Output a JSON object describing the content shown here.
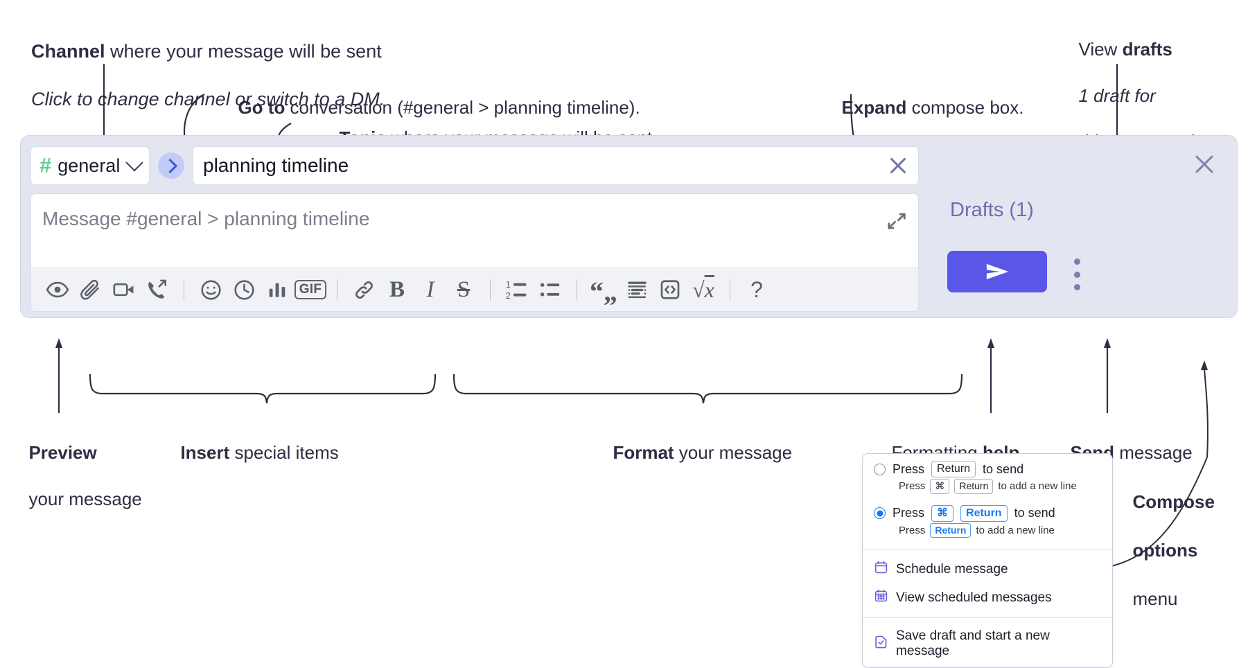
{
  "annotations": {
    "channel": {
      "line1_bold": "Channel",
      "line1_rest": " where your message will be sent",
      "line2_italic": "Click to change channel or switch to a DM."
    },
    "goto": {
      "bold": "Go to",
      "rest": " conversation (#general > planning timeline)."
    },
    "topic": {
      "bold": "Topic",
      "rest": " where your message will be sent"
    },
    "expand": {
      "bold": "Expand",
      "rest": " compose box."
    },
    "drafts": {
      "line1_rest": "View ",
      "line1_bold": "drafts",
      "line2_italic": "1 draft for",
      "line3_italic": "this conversation"
    },
    "preview": {
      "bold": "Preview",
      "line2": "your message"
    },
    "insert": {
      "bold": "Insert",
      "rest": " special items"
    },
    "format": {
      "bold": "Format",
      "rest": " your message"
    },
    "help": {
      "rest": "Formatting ",
      "bold": "help"
    },
    "send": {
      "bold": "Send",
      "rest": " message"
    },
    "compose_options": {
      "line1_bold": "Compose",
      "line2_bold": "options",
      "line3": "menu"
    }
  },
  "composer": {
    "channel": {
      "hash": "#",
      "name": "general"
    },
    "goto_button_label": "Go to conversation",
    "topic": {
      "value": "planning timeline",
      "clear_label": "Clear topic"
    },
    "message": {
      "placeholder": "Message #general > planning timeline"
    },
    "toolbar": [
      {
        "name": "preview-icon",
        "label": "Preview"
      },
      {
        "name": "attachment-icon",
        "label": "Attach file"
      },
      {
        "name": "video-icon",
        "label": "Record video clip"
      },
      {
        "name": "phone-forward-icon",
        "label": "Record audio clip"
      },
      {
        "name": "divider",
        "label": ""
      },
      {
        "name": "emoji-icon",
        "label": "Emoji"
      },
      {
        "name": "clock-icon",
        "label": "Reminder"
      },
      {
        "name": "poll-icon",
        "label": "Poll"
      },
      {
        "name": "gif-icon",
        "label": "GIF"
      },
      {
        "name": "divider",
        "label": ""
      },
      {
        "name": "link-icon",
        "label": "Link"
      },
      {
        "name": "bold-icon",
        "label": "B"
      },
      {
        "name": "italic-icon",
        "label": "I"
      },
      {
        "name": "strikethrough-icon",
        "label": "S"
      },
      {
        "name": "divider",
        "label": ""
      },
      {
        "name": "ordered-list-icon",
        "label": "Ordered list"
      },
      {
        "name": "bulleted-list-icon",
        "label": "Bulleted list"
      },
      {
        "name": "divider",
        "label": ""
      },
      {
        "name": "blockquote-icon",
        "label": "Blockquote"
      },
      {
        "name": "code-block-icon",
        "label": "Code block"
      },
      {
        "name": "code-icon",
        "label": "Code"
      },
      {
        "name": "math-icon",
        "label": "Math"
      },
      {
        "name": "divider",
        "label": ""
      },
      {
        "name": "help-icon",
        "label": "?"
      }
    ],
    "drafts_label": "Drafts (1)",
    "send_label": "Send",
    "more_options_label": "Compose options",
    "close_label": "Close"
  },
  "popup": {
    "option1": {
      "press": "Press",
      "key": "Return",
      "to_send": "to send",
      "sub_press": "Press",
      "sub_key1": "⌘",
      "sub_key2": "Return",
      "sub_tail": "to add a new line",
      "selected": false
    },
    "option2": {
      "press": "Press",
      "key1": "⌘",
      "key2": "Return",
      "to_send": "to send",
      "sub_press": "Press",
      "sub_key": "Return",
      "sub_tail": "to add a new line",
      "selected": true
    },
    "menu": [
      {
        "icon": "calendar-icon",
        "label": "Schedule message"
      },
      {
        "icon": "calendar-grid-icon",
        "label": "View scheduled messages"
      },
      {
        "icon": "save-draft-icon",
        "label": "Save draft and start a new message"
      }
    ]
  },
  "colors": {
    "panel_bg": "#e3e5f1",
    "send_button": "#5a56e8",
    "hash_green": "#5fcf9a",
    "goto_bg": "#c2cbf5",
    "accent_blue": "#1a7aed",
    "drafts_text": "#6a6fa8",
    "icon_purple": "#6b63e0"
  }
}
